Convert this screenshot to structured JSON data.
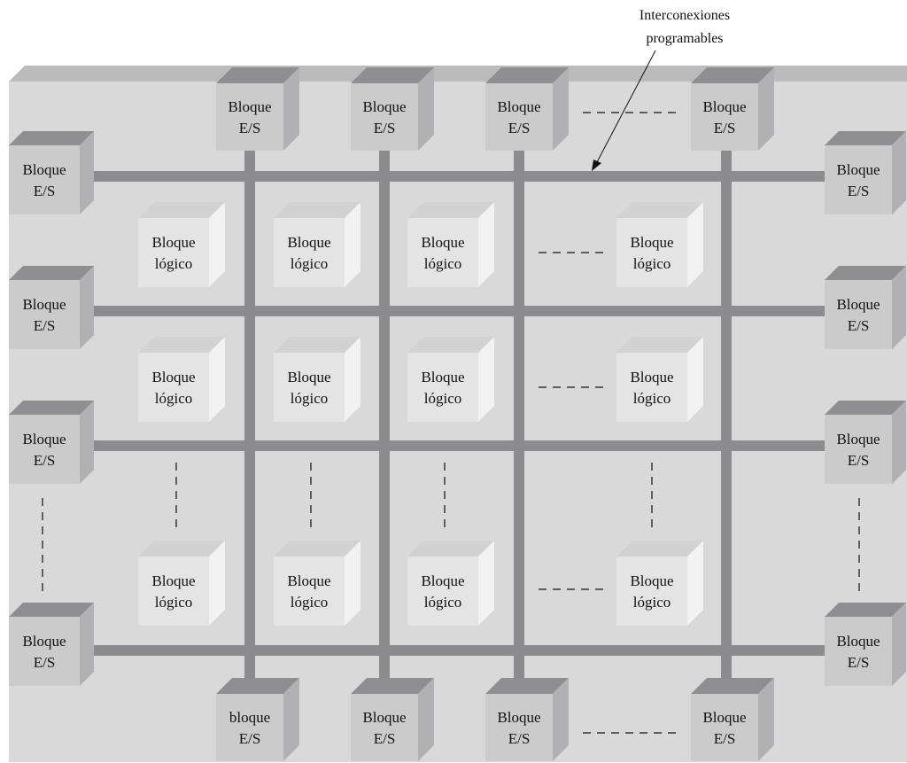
{
  "callout": {
    "line1": "Interconexiones",
    "line2": "programables"
  },
  "io_block": {
    "line1": "Bloque",
    "line2": "E/S"
  },
  "io_block_bottom_first": {
    "line1": "bloque",
    "line2": "E/S"
  },
  "logic_block": {
    "line1": "Bloque",
    "line2": "lógico"
  },
  "colors": {
    "chip_face": "#d9d9da",
    "chip_top": "#bbbbbc",
    "chip_side": "#c8c8c9",
    "interconnect": "#8c8c8e",
    "io_front": "#cbcbcc",
    "io_top": "#8f8f91",
    "io_side": "#b1b1b3",
    "logic_front": "#e4e4e5",
    "logic_top": "#d2d2d3",
    "logic_side": "#f2f2f3",
    "text": "#111111"
  }
}
